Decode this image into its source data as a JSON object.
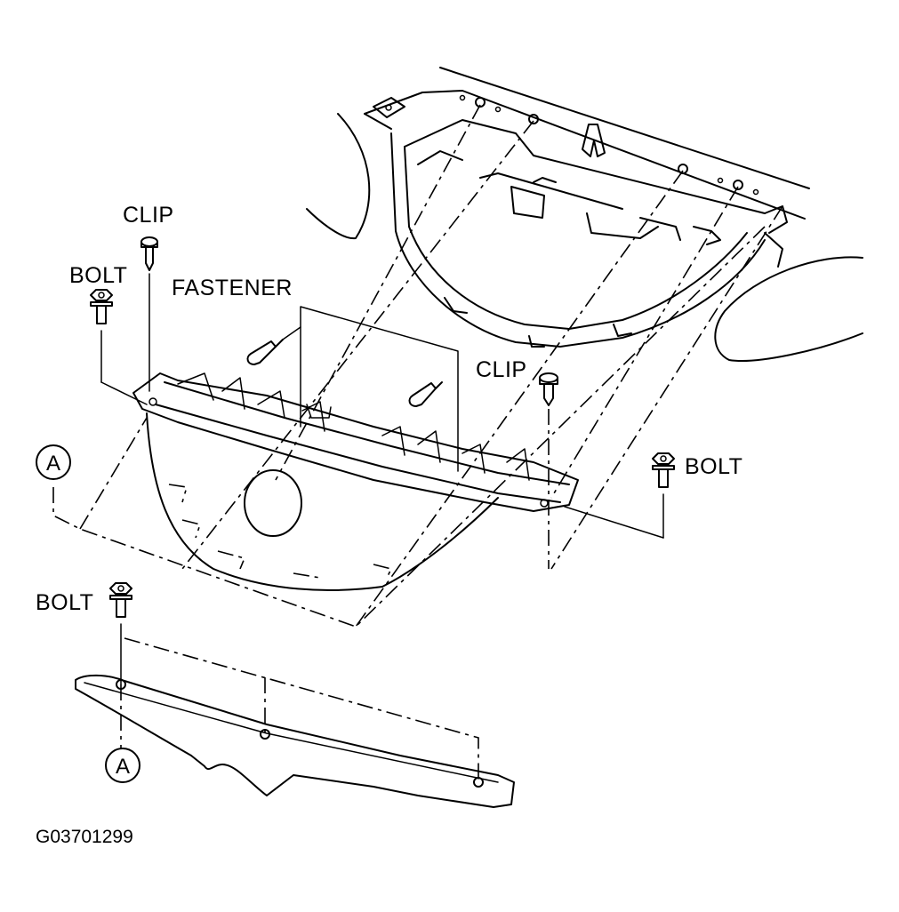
{
  "labels": {
    "clip_top": "CLIP",
    "bolt_left": "BOLT",
    "fastener": "FASTENER",
    "clip_right": "CLIP",
    "bolt_right": "BOLT",
    "bolt_bottom": "BOLT",
    "callout_a": "A",
    "figure_id": "G03701299"
  },
  "colors": {
    "line": "#000000",
    "background": "#ffffff"
  }
}
